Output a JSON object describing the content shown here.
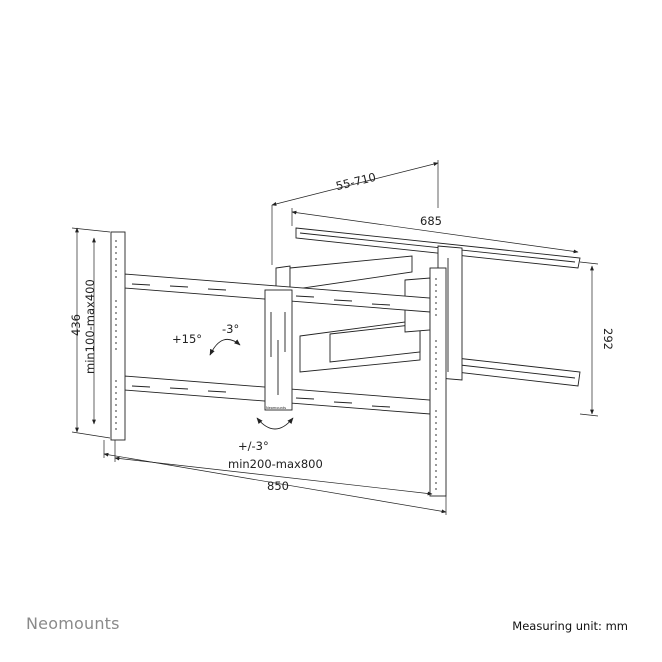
{
  "dimensions": {
    "depth": "55-710",
    "wall_plate_width": "685",
    "wall_plate_height": "292",
    "total_height": "436",
    "vesa_vertical": "min100-max400",
    "vesa_horizontal": "min200-max800",
    "total_width": "850",
    "tilt": "+15°",
    "tilt_down": "-3°",
    "swivel_level": "+/-3°"
  },
  "footer": {
    "brand": "Neomounts",
    "unit": "Measuring unit: mm"
  },
  "plate_logo": "Neomounts"
}
